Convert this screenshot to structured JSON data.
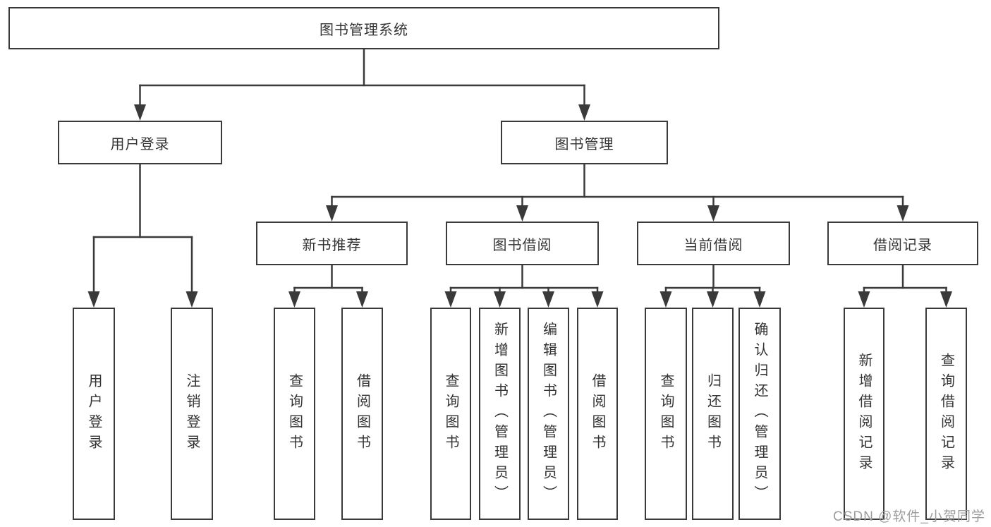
{
  "diagram": {
    "root": "图书管理系统",
    "level2": {
      "user_login": "用户登录",
      "book_mgmt": "图书管理"
    },
    "level3": {
      "new_book": "新书推荐",
      "book_borrow": "图书借阅",
      "current_borrow": "当前借阅",
      "borrow_record": "借阅记录"
    },
    "leaves": {
      "user_login_leaf": "用户登录",
      "logout": "注销登录",
      "nb_query_book": "查询图书",
      "nb_borrow_book": "借阅图书",
      "bb_query_book": "查询图书",
      "bb_add_book": "新增图书（管理员）",
      "bb_edit_book": "编辑图书（管理员）",
      "bb_borrow_book": "借阅图书",
      "cb_query_book": "查询图书",
      "cb_return_book": "归还图书",
      "cb_confirm_return": "确认归还（管理员）",
      "br_add_record": "新增借阅记录",
      "br_query_record": "查询借阅记录"
    },
    "watermark": "CSDN @软件_小贺同学",
    "colors": {
      "line": "#3a3a3a",
      "text": "#333333",
      "box_background": "#ffffff",
      "watermark": "#9d9d9d"
    }
  }
}
